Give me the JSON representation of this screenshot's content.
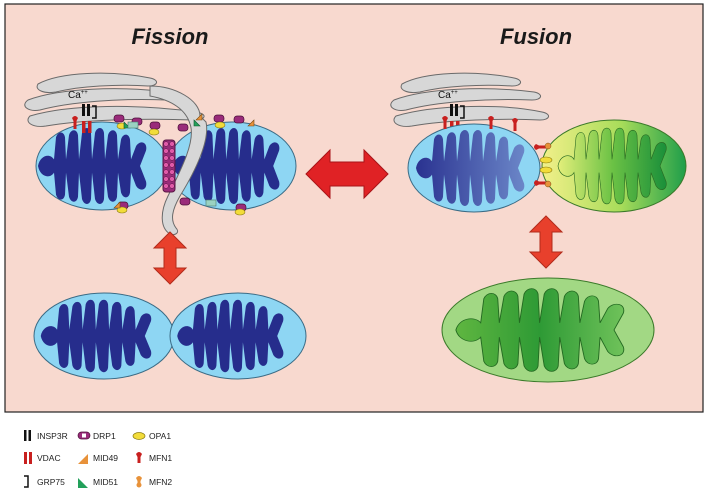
{
  "panels": {
    "fission_title": "Fission",
    "fusion_title": "Fusion"
  },
  "calcium_label": {
    "base": "Ca",
    "charge": "++"
  },
  "legend": {
    "insp3r": "INSP3R",
    "vdac": "VDAC",
    "grp75": "GRP75",
    "drp1": "DRP1",
    "mid49": "MID49",
    "mid51": "MID51",
    "opa1": "OPA1",
    "mfn1": "MFN1",
    "mfn2": "MFN2"
  },
  "colors": {
    "background_panel": "#f8d9cf",
    "mito_outer": "#8ed6f3",
    "mito_inner": "#262d8c",
    "er": "#d7d7d7",
    "green_outer": "#9fd57f",
    "green_inner": "#3fae3c",
    "arrow_red": "#e8402c",
    "arrow_red_big": "#e02225",
    "drp1": "#9a2b7a",
    "mid49": "#e8923a",
    "mid51": "#22a05a",
    "opa1": "#f2dc3a",
    "mfn1": "#c8201f",
    "mfn2": "#e8923a",
    "vdac": "#c8201f"
  }
}
